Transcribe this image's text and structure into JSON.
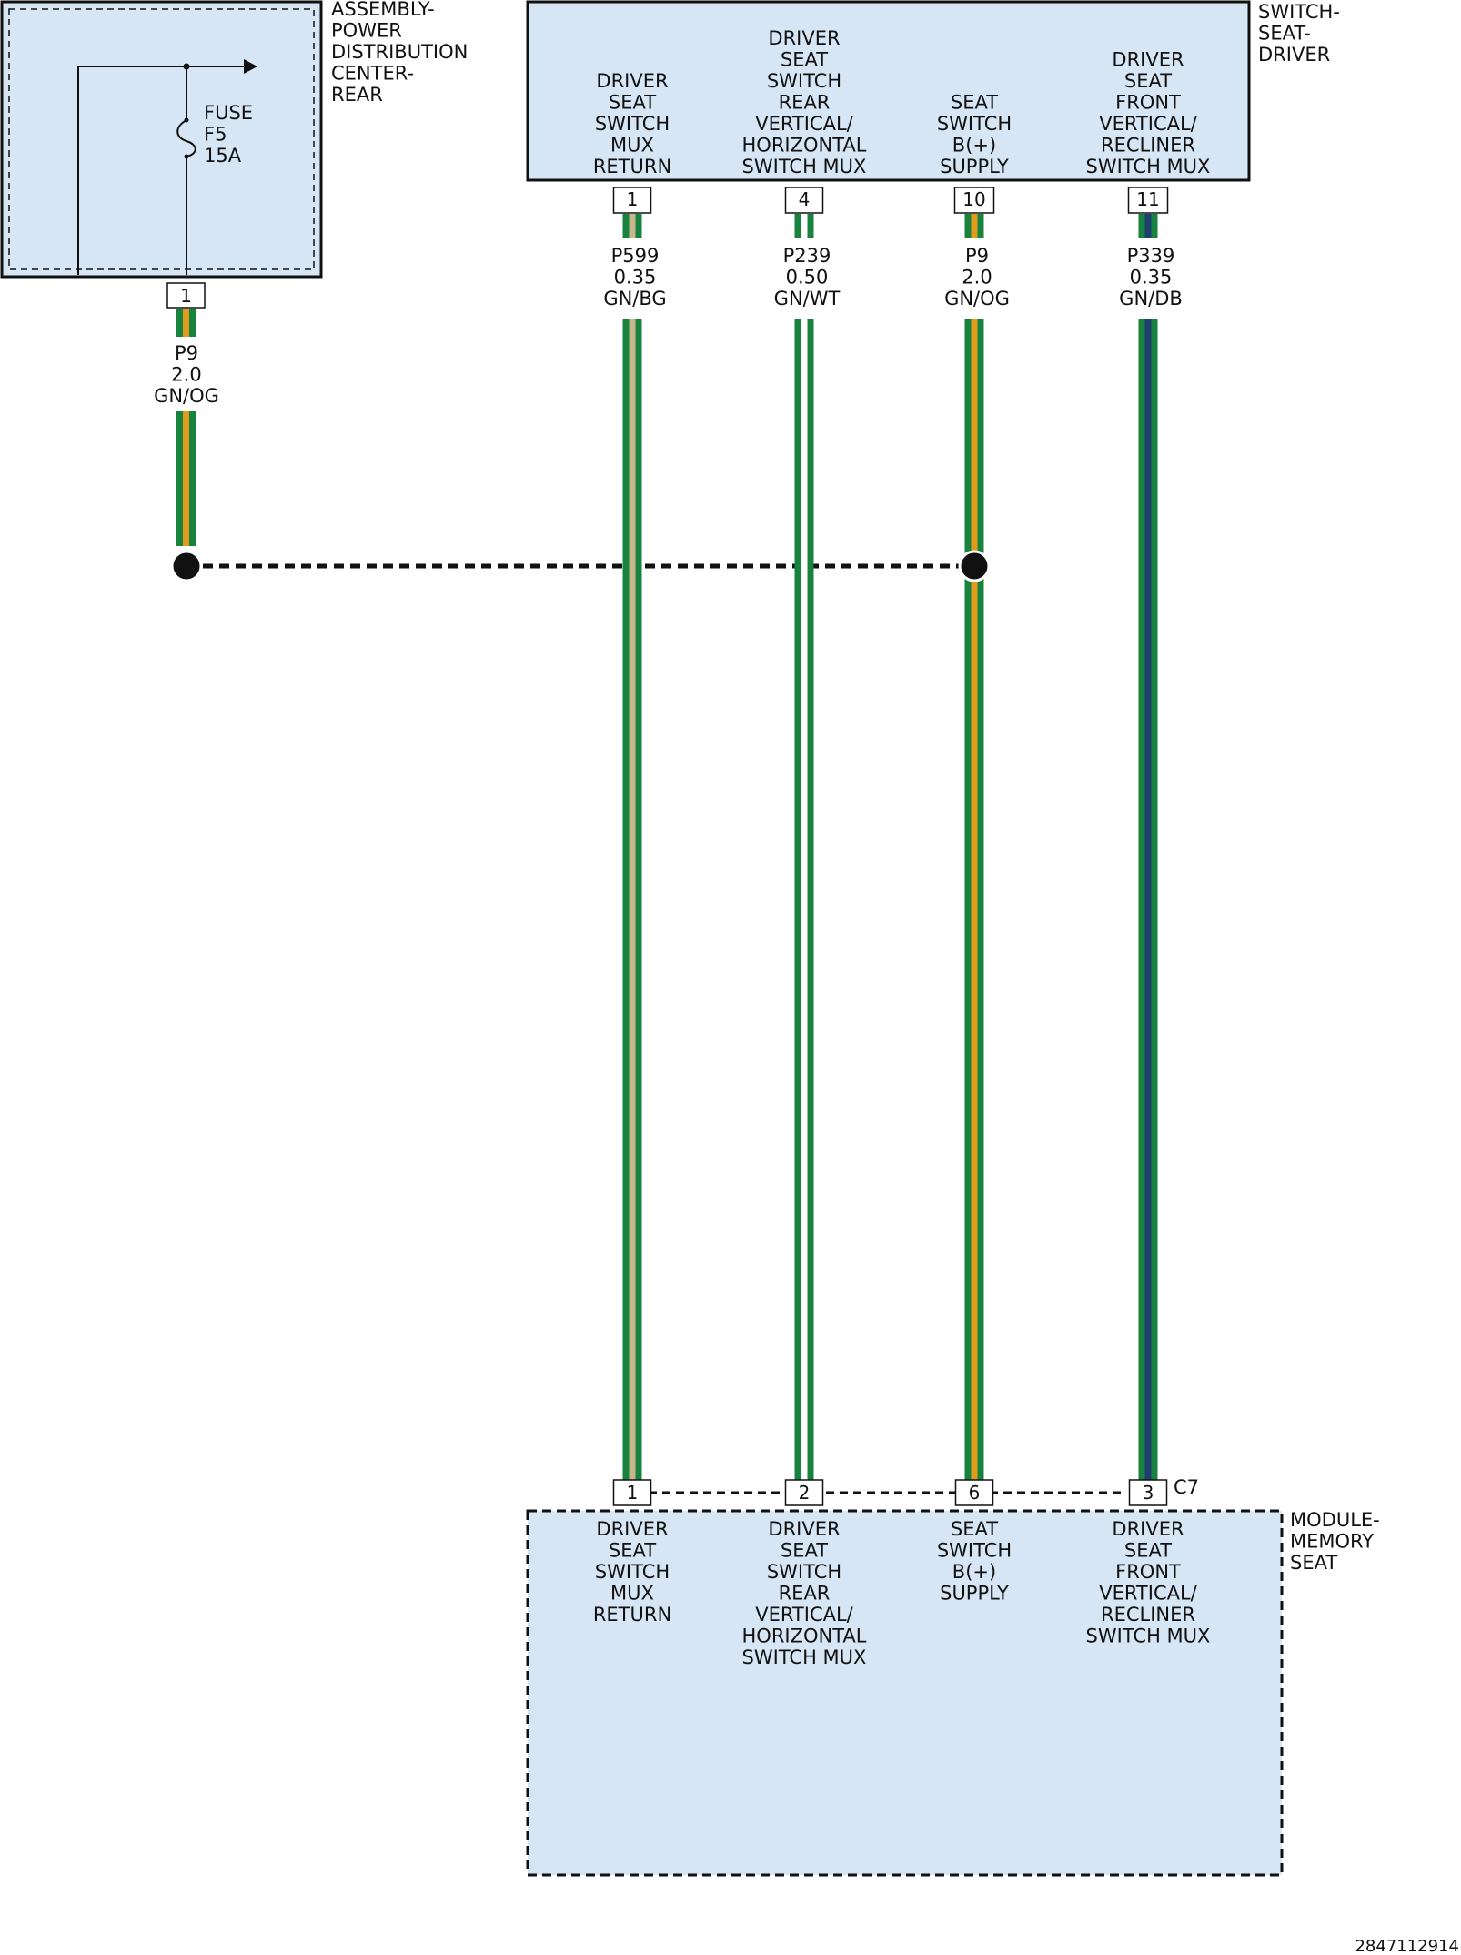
{
  "colors": {
    "component_fill": "#d6e6f4",
    "green": "#17833f",
    "orange": "#e39b1e",
    "beige": "#c9b68c",
    "white": "#ffffff",
    "dark_blue": "#1f3f6e",
    "line": "#111111"
  },
  "pdc": {
    "title": [
      "ASSEMBLY-",
      "POWER",
      "DISTRIBUTION",
      "CENTER-",
      "REAR"
    ],
    "fuse": [
      "FUSE",
      "F5",
      "15A"
    ],
    "pin": "1",
    "wire": [
      "P9",
      "2.0",
      "GN/OG"
    ]
  },
  "switch": {
    "title": [
      "SWITCH-",
      "SEAT-",
      "DRIVER"
    ],
    "functions": [
      [
        "DRIVER",
        "SEAT",
        "SWITCH",
        "MUX",
        "RETURN"
      ],
      [
        "DRIVER",
        "SEAT",
        "SWITCH",
        "REAR",
        "VERTICAL/",
        "HORIZONTAL",
        "SWITCH MUX"
      ],
      [
        "SEAT",
        "SWITCH",
        "B(+)",
        "SUPPLY"
      ],
      [
        "DRIVER",
        "SEAT",
        "FRONT",
        "VERTICAL/",
        "RECLINER",
        "SWITCH MUX"
      ]
    ]
  },
  "circuits": [
    {
      "switch_pin": "1",
      "module_pin": "1",
      "wire": [
        "P599",
        "0.35",
        "GN/BG"
      ],
      "tracer": "beige",
      "icon": "wire-icon"
    },
    {
      "switch_pin": "4",
      "module_pin": "2",
      "wire": [
        "P239",
        "0.50",
        "GN/WT"
      ],
      "tracer": "white",
      "icon": "wire-icon"
    },
    {
      "switch_pin": "10",
      "module_pin": "6",
      "wire": [
        "P9",
        "2.0",
        "GN/OG"
      ],
      "tracer": "orange",
      "icon": "wire-icon"
    },
    {
      "switch_pin": "11",
      "module_pin": "3",
      "wire": [
        "P339",
        "0.35",
        "GN/DB"
      ],
      "tracer": "dark_blue",
      "icon": "wire-icon"
    }
  ],
  "module": {
    "title": [
      "MODULE-",
      "MEMORY",
      "SEAT"
    ],
    "connector": "C7",
    "functions": [
      [
        "DRIVER",
        "SEAT",
        "SWITCH",
        "MUX",
        "RETURN"
      ],
      [
        "DRIVER",
        "SEAT",
        "SWITCH",
        "REAR",
        "VERTICAL/",
        "HORIZONTAL",
        "SWITCH MUX"
      ],
      [
        "SEAT",
        "SWITCH",
        "B(+)",
        "SUPPLY"
      ],
      [
        "DRIVER",
        "SEAT",
        "FRONT",
        "VERTICAL/",
        "RECLINER",
        "SWITCH MUX"
      ]
    ]
  },
  "footer": {
    "code": "2847112914"
  }
}
